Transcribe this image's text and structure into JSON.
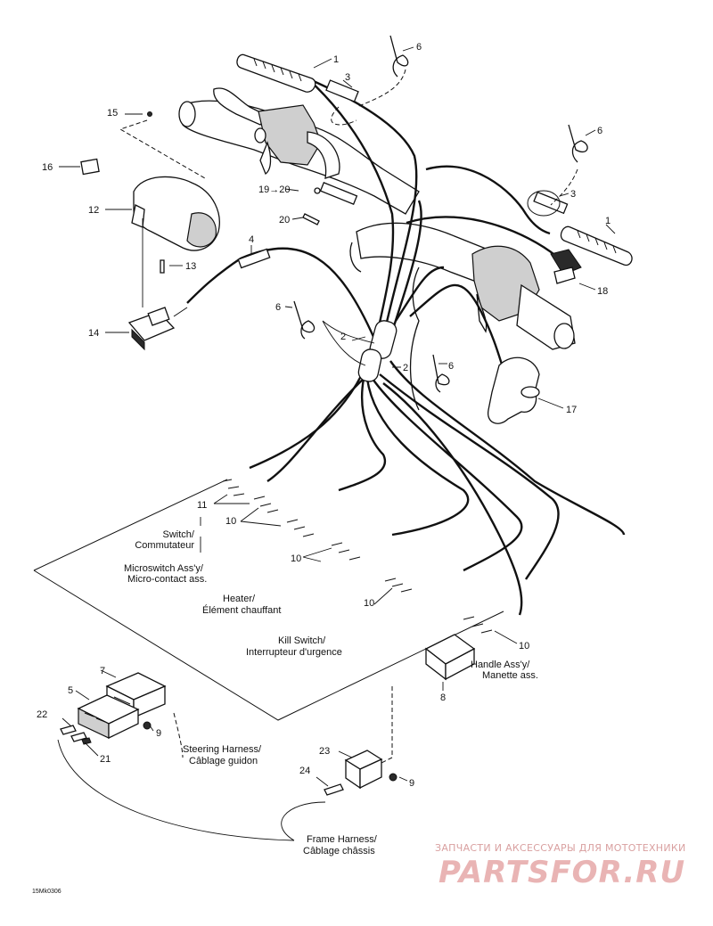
{
  "diagram": {
    "part_numbers": {
      "p1_top": "1",
      "p1_right": "1",
      "p2_upper": "2",
      "p2_lower": "2",
      "p3_top": "3",
      "p3_right": "3",
      "p4": "4",
      "p5": "5",
      "p6_top": "6",
      "p6_right": "6",
      "p6_left": "6",
      "p6_lower": "6",
      "p7": "7",
      "p8": "8",
      "p9_upper": "9",
      "p9_lower": "9",
      "p10_a": "10",
      "p10_b": "10",
      "p10_c": "10",
      "p10_d": "10",
      "p11": "11",
      "p12": "12",
      "p13": "13",
      "p14": "14",
      "p15": "15",
      "p16": "16",
      "p17": "17",
      "p18": "18",
      "p19_20": "19→20",
      "p20": "20",
      "p21": "21",
      "p22": "22",
      "p23": "23",
      "p24": "24"
    },
    "labels": {
      "switch": [
        "Switch/",
        "Commutateur"
      ],
      "microswitch": [
        "Microswitch Ass'y/",
        "Micro-contact ass."
      ],
      "heater": [
        "Heater/",
        "Élément chauffant"
      ],
      "kill_switch": [
        "Kill Switch/",
        "Interrupteur d'urgence"
      ],
      "handle": [
        "Handle Ass'y/",
        "Manette ass."
      ],
      "steering_harness": [
        "Steering Harness/",
        "Câblage guidon"
      ],
      "frame_harness": [
        "Frame Harness/",
        "Câblage châssis"
      ]
    },
    "reference_code": "15Mk0306",
    "watermark": {
      "tagline": "ЗАПЧАСТИ И АКСЕССУАРЫ ДЛЯ МОТОТЕХНИКИ",
      "brand": "PARTSFOR.RU"
    }
  }
}
